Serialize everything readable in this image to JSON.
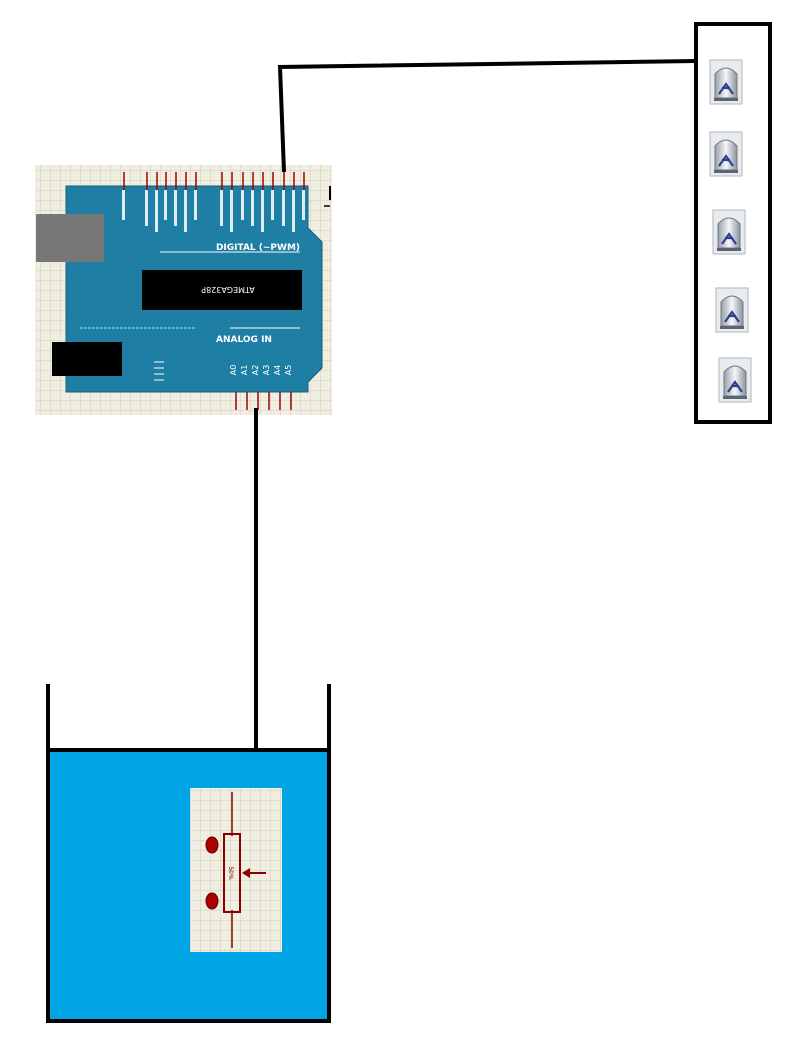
{
  "arduino": {
    "digital_header": "DIGITAL (~PWM)",
    "analog_header": "ANALOG IN",
    "chip_label": "ATMEGA328P",
    "analog_pins": [
      "A0",
      "A1",
      "A2",
      "A3",
      "A4",
      "A5"
    ]
  },
  "led_column": {
    "count": 5
  },
  "sensor": {
    "wiper_label": "50%"
  },
  "colors": {
    "board": "#1f7ea3",
    "board_dark": "#1a6e8f",
    "grid_bg": "#efeee0",
    "water": "#00a5e6",
    "wire": "#000000",
    "component": "#8a0000"
  }
}
